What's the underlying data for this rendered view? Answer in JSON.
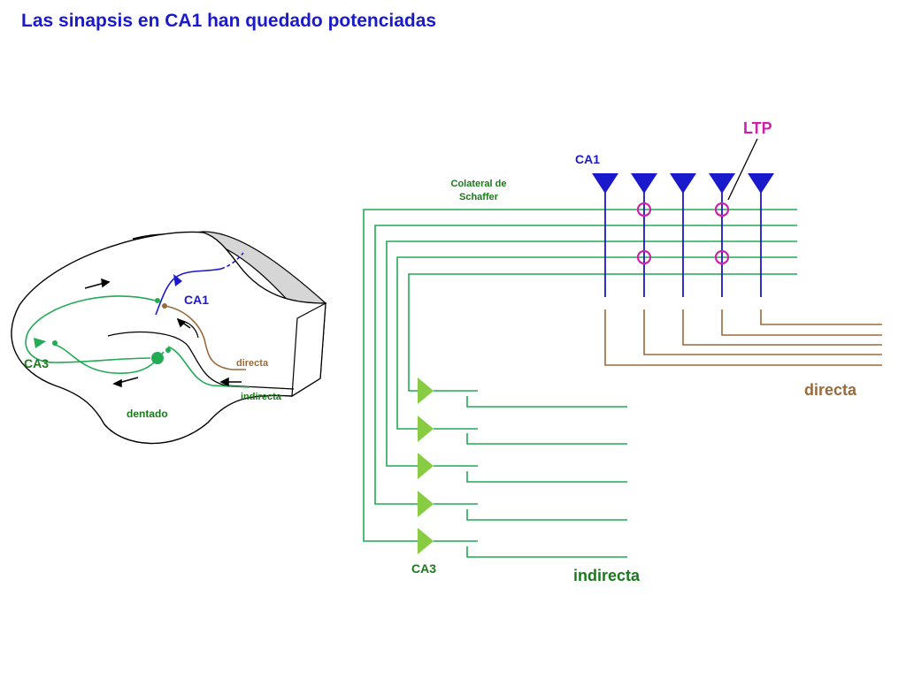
{
  "title": "Las sinapsis en CA1 han quedado potenciadas",
  "hippocampus": {
    "ca1": "CA1",
    "ca3": "CA3",
    "dentate": "dentado",
    "direct": "directa",
    "indirect": "indirecta"
  },
  "circuit": {
    "ltp": "LTP",
    "ca1": "CA1",
    "schaffer": [
      "Colateral de",
      "Schaffer"
    ],
    "ca3": "CA3",
    "direct": "directa",
    "indirect": "indirecta"
  },
  "colors": {
    "title": "#1a1acc",
    "ca1_pathway": "#1a1acc",
    "schaffer_green": "#22aa55",
    "ca3_cell": "#88cc44",
    "direct_brown": "#9a6a3a",
    "ltp_magenta": "#cc22aa",
    "label_green": "#1a7a1a"
  }
}
